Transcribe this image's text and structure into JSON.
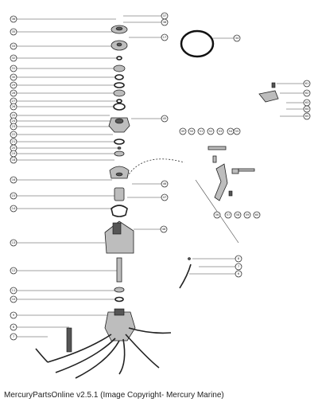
{
  "caption": "MercuryPartsOnline v2.5.1 (Image Copyright- Mercury Marine)",
  "callouts_left": [
    "36",
    "35",
    "33",
    "32",
    "31",
    "30",
    "29",
    "28",
    "27",
    "26",
    "25",
    "24",
    "23",
    "22",
    "21",
    "20",
    "19",
    "18",
    "16",
    "15",
    "14",
    "13",
    "12",
    "11",
    "10",
    "9",
    "8",
    "7",
    "6",
    "5",
    "4",
    "3",
    "2",
    "1"
  ],
  "callouts_center": [
    "37",
    "38",
    "34",
    "17",
    "45",
    "46",
    "47",
    "48",
    "49",
    "50",
    "51",
    "52",
    "53",
    "54",
    "55",
    "56",
    "57",
    "58",
    "59",
    "60",
    "61",
    "62",
    "63",
    "64",
    "65"
  ]
}
